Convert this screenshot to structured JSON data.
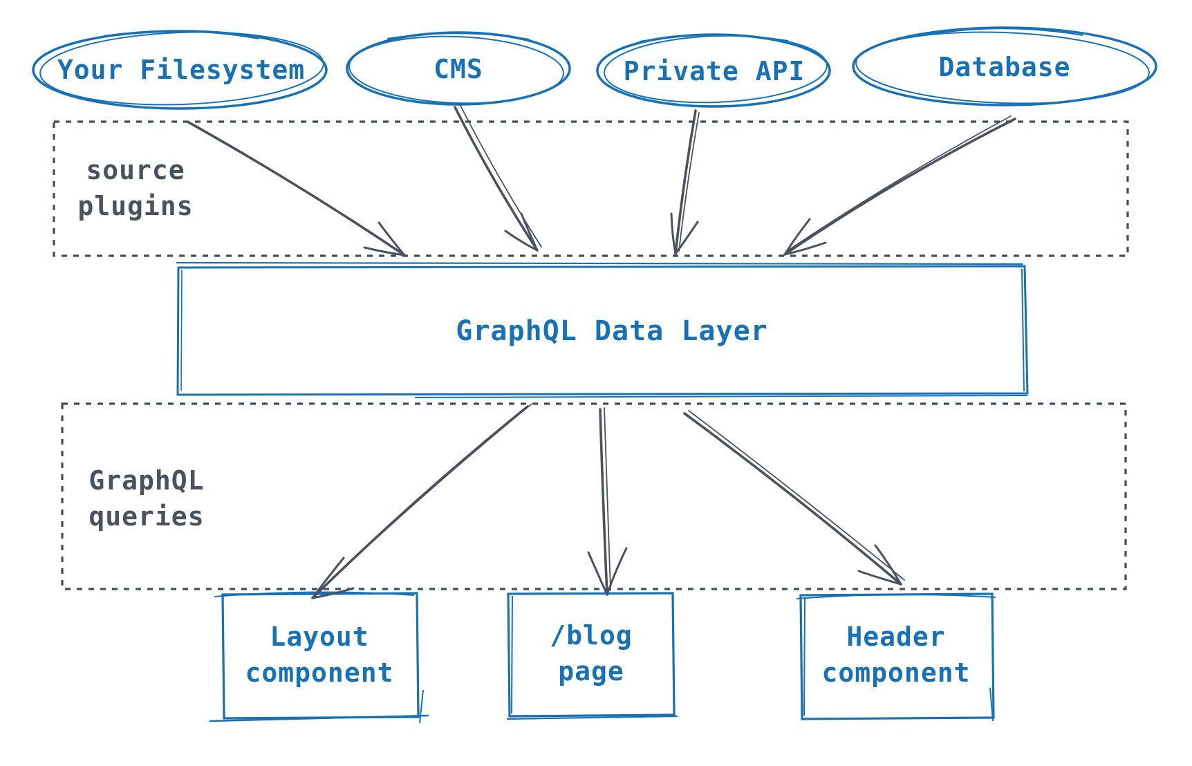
{
  "colors": {
    "node_blue": "#1671b7",
    "annotation_slate": "#4a525e",
    "dotted_border": "#444c58"
  },
  "sources": [
    {
      "label": "Your Filesystem"
    },
    {
      "label": "CMS"
    },
    {
      "label": "Private API"
    },
    {
      "label": "Database"
    }
  ],
  "bands": [
    {
      "lines": [
        "source",
        "plugins"
      ]
    },
    {
      "lines": [
        "GraphQL",
        "queries"
      ]
    }
  ],
  "data_layer": {
    "label": "GraphQL Data Layer"
  },
  "outputs": [
    {
      "lines": [
        "Layout",
        "component"
      ]
    },
    {
      "lines": [
        "/blog",
        "page"
      ]
    },
    {
      "lines": [
        "Header",
        "component"
      ]
    }
  ],
  "edges": [
    {
      "from": "Your Filesystem",
      "to": "GraphQL Data Layer",
      "via": "source plugins"
    },
    {
      "from": "CMS",
      "to": "GraphQL Data Layer",
      "via": "source plugins"
    },
    {
      "from": "Private API",
      "to": "GraphQL Data Layer",
      "via": "source plugins"
    },
    {
      "from": "Database",
      "to": "GraphQL Data Layer",
      "via": "source plugins"
    },
    {
      "from": "GraphQL Data Layer",
      "to": "Layout component",
      "via": "GraphQL queries"
    },
    {
      "from": "GraphQL Data Layer",
      "to": "/blog page",
      "via": "GraphQL queries"
    },
    {
      "from": "GraphQL Data Layer",
      "to": "Header component",
      "via": "GraphQL queries"
    }
  ]
}
